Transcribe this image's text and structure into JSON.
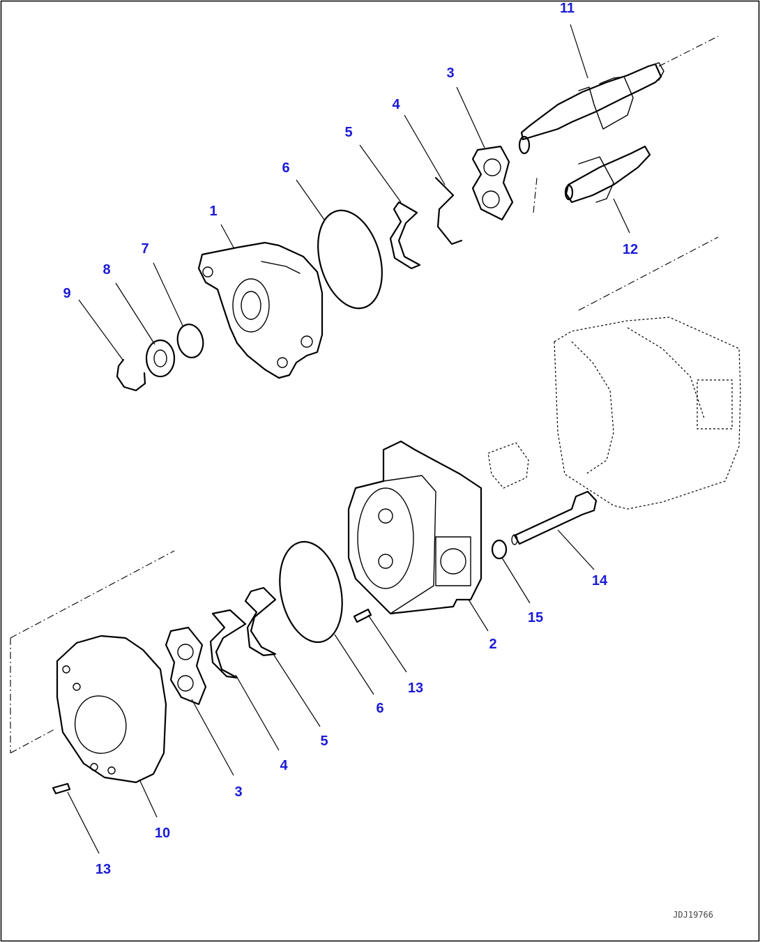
{
  "callouts": [
    {
      "id": "c11",
      "text": "11"
    },
    {
      "id": "c3a",
      "text": "3"
    },
    {
      "id": "c4a",
      "text": "4"
    },
    {
      "id": "c5a",
      "text": "5"
    },
    {
      "id": "c6a",
      "text": "6"
    },
    {
      "id": "c1",
      "text": "1"
    },
    {
      "id": "c7",
      "text": "7"
    },
    {
      "id": "c8",
      "text": "8"
    },
    {
      "id": "c9",
      "text": "9"
    },
    {
      "id": "c12",
      "text": "12"
    },
    {
      "id": "c14",
      "text": "14"
    },
    {
      "id": "c15",
      "text": "15"
    },
    {
      "id": "c2",
      "text": "2"
    },
    {
      "id": "c13a",
      "text": "13"
    },
    {
      "id": "c6b",
      "text": "6"
    },
    {
      "id": "c5b",
      "text": "5"
    },
    {
      "id": "c4b",
      "text": "4"
    },
    {
      "id": "c3b",
      "text": "3"
    },
    {
      "id": "c10",
      "text": "10"
    },
    {
      "id": "c13b",
      "text": "13"
    }
  ],
  "drawing_ref": "JDJ19766",
  "colors": {
    "callout": "#1a1ad6",
    "line": "#000000",
    "background": "#ffffff"
  }
}
